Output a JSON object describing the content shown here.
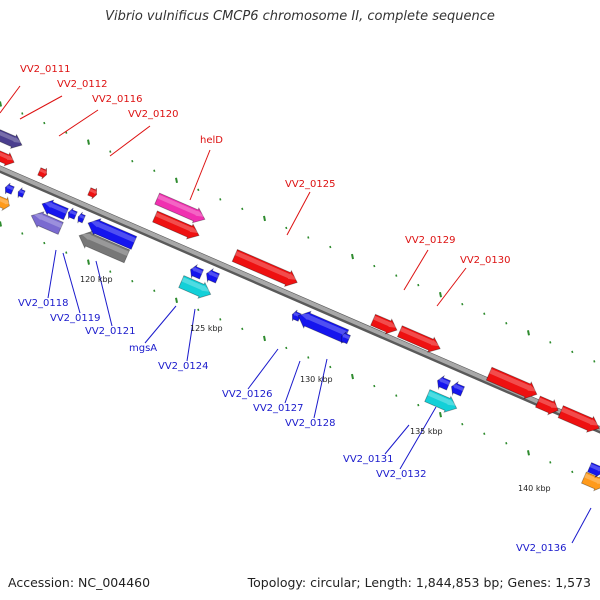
{
  "title": "Vibrio vulnificus CMCP6 chromosome II, complete sequence",
  "footer": {
    "accession": "Accession: NC_004460",
    "summary": "Topology: circular; Length: 1,844,853 bp; Genes: 1,573"
  },
  "colors": {
    "backbone": "#8c8c8c",
    "tick": "#2e8b2e",
    "gene_red": "#ee1111",
    "gene_blue": "#1515ee",
    "gene_purple": "#7a6ad0",
    "gene_darkpurple": "#4a3e8e",
    "gene_cyan": "#13d0d8",
    "gene_gray": "#777777",
    "gene_magenta": "#f030b0",
    "gene_orange": "#ff9a1a",
    "label_red": "#dd1111",
    "label_blue": "#1a1acc"
  },
  "scale_labels": [
    "120 kbp",
    "125 kbp",
    "130 kbp",
    "135 kbp",
    "140 kbp"
  ],
  "top_labels": [
    "VV2_0111",
    "VV2_0112",
    "VV2_0116",
    "VV2_0120",
    "helD",
    "VV2_0125",
    "VV2_0129",
    "VV2_0130"
  ],
  "bottom_labels": [
    "VV2_0118",
    "VV2_0119",
    "VV2_0121",
    "mgsA",
    "VV2_0124",
    "VV2_0126",
    "VV2_0127",
    "VV2_0128",
    "VV2_0131",
    "VV2_0132",
    "VV2_0136"
  ]
}
